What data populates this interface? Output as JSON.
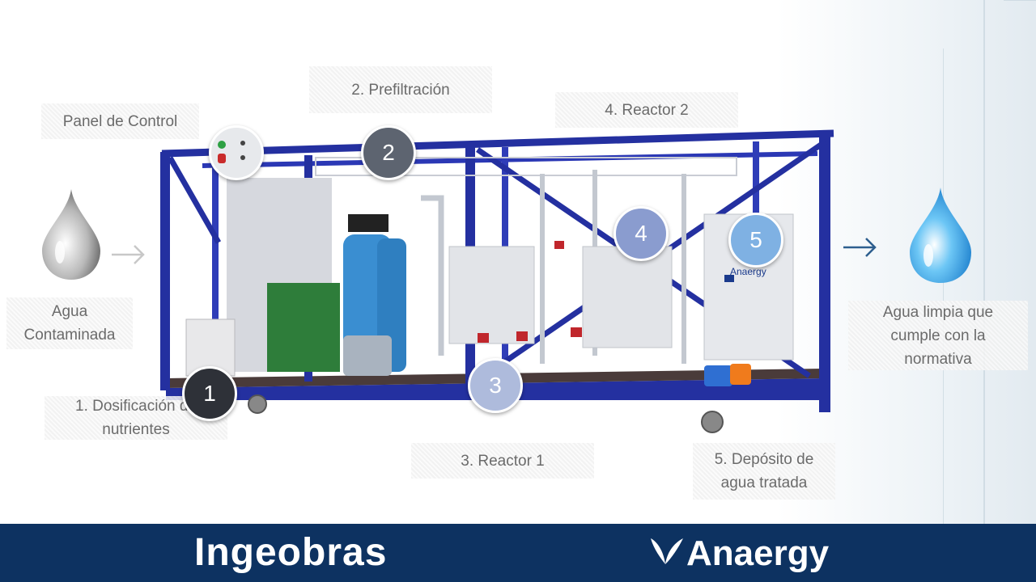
{
  "labels": {
    "control_panel": "Panel de Control",
    "prefiltration": "2. Prefiltración",
    "reactor2": "4. Reactor 2",
    "water_in": "Agua\nContaminada",
    "dosing": "1. Dosificación de\nnutrientes",
    "reactor1": "3. Reactor 1",
    "tank": "5. Depósito de\nagua tratada",
    "water_out": "Agua limpia que\ncumple con la\nnormativa"
  },
  "badges": [
    "1",
    "2",
    "3",
    "4",
    "5"
  ],
  "badge_colors": [
    "#2e3138",
    "#5d6470",
    "#aebbdc",
    "#8a9ccf",
    "#7fb1e3"
  ],
  "footer": {
    "logo_left": "Ingeobras",
    "logo_right": "Anaergy",
    "background": "#0d3261"
  },
  "colors": {
    "frame": "#2430a0",
    "arrow_in": "#c8c8c8",
    "arrow_out": "#2d5e8e",
    "drop_clean": "#2b9be0"
  }
}
